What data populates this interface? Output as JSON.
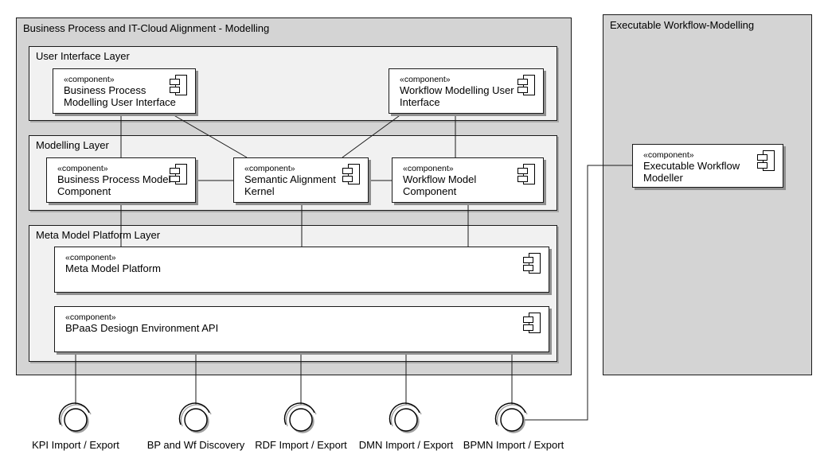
{
  "left_package": {
    "title": "Business Process and IT-Cloud Alignment - Modelling",
    "layers": [
      {
        "title": "User Interface Layer",
        "components": [
          {
            "stereotype": "«component»",
            "name": "Business Process Modelling User Interface"
          },
          {
            "stereotype": "«component»",
            "name": "Workflow Modelling User Interface"
          }
        ]
      },
      {
        "title": "Modelling Layer",
        "components": [
          {
            "stereotype": "«component»",
            "name": "Business Process Model Component"
          },
          {
            "stereotype": "«component»",
            "name": "Semantic Alignment Kernel"
          },
          {
            "stereotype": "«component»",
            "name": "Workflow Model Component"
          }
        ]
      },
      {
        "title": "Meta Model Platform Layer",
        "components": [
          {
            "stereotype": "«component»",
            "name": "Meta Model Platform"
          },
          {
            "stereotype": "«component»",
            "name": "BPaaS Desiogn Environment API"
          }
        ]
      }
    ]
  },
  "right_package": {
    "title": "Executable Workflow-Modelling",
    "components": [
      {
        "stereotype": "«component»",
        "name": "Executable Workflow Modeller"
      }
    ]
  },
  "ports": [
    {
      "label": "KPI Import / Export"
    },
    {
      "label": "BP and Wf Discovery"
    },
    {
      "label": "RDF Import / Export"
    },
    {
      "label": "DMN Import / Export"
    },
    {
      "label": "BPMN Import / Export"
    }
  ],
  "icons": {
    "component_icon": "uml-component-icon",
    "port_icon": "ball-and-socket-icon"
  },
  "colors": {
    "package_fill": "#d4d4d4",
    "layer_fill": "#f1f1f1",
    "component_fill": "#ffffff",
    "border": "#1a1a1a",
    "shadow": "#8f8f8f"
  }
}
